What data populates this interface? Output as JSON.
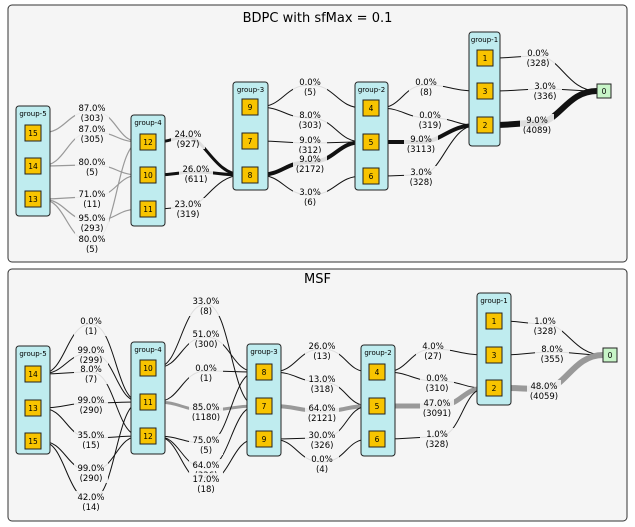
{
  "panels": [
    {
      "title": "BDPC with sfMax = 0.1",
      "groups": [
        {
          "label": "group-5",
          "nodes": [
            "15",
            "14",
            "13"
          ]
        },
        {
          "label": "group-4",
          "nodes": [
            "12",
            "10",
            "11"
          ]
        },
        {
          "label": "group-3",
          "nodes": [
            "9",
            "7",
            "8"
          ]
        },
        {
          "label": "group-2",
          "nodes": [
            "4",
            "5",
            "6"
          ]
        },
        {
          "label": "group-1",
          "nodes": [
            "1",
            "3",
            "2"
          ]
        }
      ],
      "sink": "0",
      "edges": [
        {
          "from": "15",
          "to": "12",
          "pct": "87.0%",
          "count": "(303)"
        },
        {
          "from": "14",
          "to": "12",
          "pct": "87.0%",
          "count": "(305)"
        },
        {
          "from": "14",
          "to": "10",
          "pct": "80.0%",
          "count": "(5)"
        },
        {
          "from": "13",
          "to": "10",
          "pct": "71.0%",
          "count": "(11)"
        },
        {
          "from": "13",
          "to": "11",
          "pct": "95.0%",
          "count": "(293)"
        },
        {
          "from": "13",
          "to": "12",
          "pct": "80.0%",
          "count": "(5)"
        },
        {
          "from": "12",
          "to": "8",
          "pct": "24.0%",
          "count": "(927)"
        },
        {
          "from": "10",
          "to": "8",
          "pct": "26.0%",
          "count": "(611)"
        },
        {
          "from": "11",
          "to": "8",
          "pct": "23.0%",
          "count": "(319)"
        },
        {
          "from": "9",
          "to": "4",
          "pct": "0.0%",
          "count": "(5)"
        },
        {
          "from": "9",
          "to": "5",
          "pct": "8.0%",
          "count": "(303)"
        },
        {
          "from": "7",
          "to": "5",
          "pct": "9.0%",
          "count": "(312)"
        },
        {
          "from": "8",
          "to": "5",
          "pct": "9.0%",
          "count": "(2172)"
        },
        {
          "from": "8",
          "to": "6",
          "pct": "3.0%",
          "count": "(6)"
        },
        {
          "from": "4",
          "to": "3",
          "pct": "0.0%",
          "count": "(8)"
        },
        {
          "from": "4",
          "to": "2",
          "pct": "0.0%",
          "count": "(319)"
        },
        {
          "from": "5",
          "to": "2",
          "pct": "9.0%",
          "count": "(3113)"
        },
        {
          "from": "6",
          "to": "2",
          "pct": "3.0%",
          "count": "(328)"
        },
        {
          "from": "1",
          "to": "0",
          "pct": "0.0%",
          "count": "(328)"
        },
        {
          "from": "3",
          "to": "0",
          "pct": "3.0%",
          "count": "(336)"
        },
        {
          "from": "2",
          "to": "0",
          "pct": "9.0%",
          "count": "(4089)"
        }
      ]
    },
    {
      "title": "MSF",
      "groups": [
        {
          "label": "group-5",
          "nodes": [
            "14",
            "13",
            "15"
          ]
        },
        {
          "label": "group-4",
          "nodes": [
            "10",
            "11",
            "12"
          ]
        },
        {
          "label": "group-3",
          "nodes": [
            "8",
            "7",
            "9"
          ]
        },
        {
          "label": "group-2",
          "nodes": [
            "4",
            "5",
            "6"
          ]
        },
        {
          "label": "group-1",
          "nodes": [
            "1",
            "3",
            "2"
          ]
        }
      ],
      "sink": "0",
      "edges": [
        {
          "from": "14",
          "to": "11",
          "pct": "0.0%",
          "count": "(1)"
        },
        {
          "from": "14",
          "to": "11",
          "pct": "99.0%",
          "count": "(299)"
        },
        {
          "from": "14",
          "to": "12",
          "pct": "8.0%",
          "count": "(7)"
        },
        {
          "from": "13",
          "to": "11",
          "pct": "99.0%",
          "count": "(290)"
        },
        {
          "from": "13",
          "to": "12",
          "pct": "35.0%",
          "count": "(15)"
        },
        {
          "from": "15",
          "to": "12",
          "pct": "99.0%",
          "count": "(290)"
        },
        {
          "from": "15",
          "to": "11",
          "pct": "42.0%",
          "count": "(14)"
        },
        {
          "from": "10",
          "to": "7",
          "pct": "33.0%",
          "count": "(8)"
        },
        {
          "from": "10",
          "to": "8",
          "pct": "51.0%",
          "count": "(300)"
        },
        {
          "from": "11",
          "to": "8",
          "pct": "0.0%",
          "count": "(1)"
        },
        {
          "from": "11",
          "to": "7",
          "pct": "85.0%",
          "count": "(1180)"
        },
        {
          "from": "12",
          "to": "8",
          "pct": "75.0%",
          "count": "(5)"
        },
        {
          "from": "12",
          "to": "7",
          "pct": "64.0%",
          "count": "(326)"
        },
        {
          "from": "12",
          "to": "9",
          "pct": "17.0%",
          "count": "(18)"
        },
        {
          "from": "8",
          "to": "4",
          "pct": "26.0%",
          "count": "(13)"
        },
        {
          "from": "8",
          "to": "5",
          "pct": "13.0%",
          "count": "(318)"
        },
        {
          "from": "7",
          "to": "5",
          "pct": "64.0%",
          "count": "(2121)"
        },
        {
          "from": "9",
          "to": "5",
          "pct": "30.0%",
          "count": "(326)"
        },
        {
          "from": "9",
          "to": "6",
          "pct": "0.0%",
          "count": "(4)"
        },
        {
          "from": "4",
          "to": "3",
          "pct": "4.0%",
          "count": "(27)"
        },
        {
          "from": "4",
          "to": "2",
          "pct": "0.0%",
          "count": "(310)"
        },
        {
          "from": "5",
          "to": "2",
          "pct": "47.0%",
          "count": "(3091)"
        },
        {
          "from": "6",
          "to": "2",
          "pct": "1.0%",
          "count": "(328)"
        },
        {
          "from": "1",
          "to": "0",
          "pct": "1.0%",
          "count": "(328)"
        },
        {
          "from": "3",
          "to": "0",
          "pct": "8.0%",
          "count": "(355)"
        },
        {
          "from": "2",
          "to": "0",
          "pct": "48.0%",
          "count": "(4059)"
        }
      ]
    }
  ],
  "colors": {
    "node": "#f8c400",
    "sink": "#c8f5c8",
    "group": "#bfecef",
    "edge_dark": "#111111",
    "edge_gray": "#999999"
  }
}
